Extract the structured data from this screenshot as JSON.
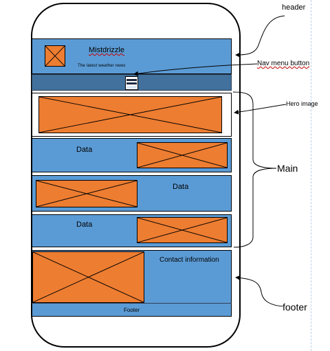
{
  "header": {
    "app_title": "Mistdrizzle",
    "tagline": "The latest weather news"
  },
  "sections": {
    "data_1": "Data",
    "data_2": "Data",
    "data_3": "Data",
    "contact": "Contact information",
    "footer": "Footer"
  },
  "annotations": {
    "header": "header",
    "nav_menu_button": "Nav menu button",
    "hero_image": "Hero image",
    "main": "Main",
    "footer": "footer"
  },
  "colors": {
    "section_blue": "#5b9bd5",
    "nav_bar": "#41719c",
    "placeholder_orange": "#ed7d31",
    "outline": "#000000"
  },
  "icons": {
    "placeholder": "crossed-box-image-placeholder",
    "nav": "hamburger-menu-icon"
  }
}
